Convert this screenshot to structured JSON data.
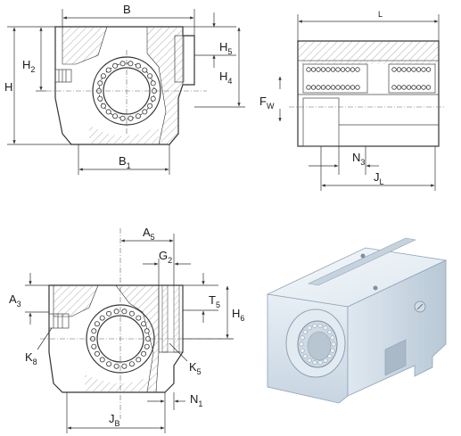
{
  "labels": {
    "B": "B",
    "H": "H",
    "H2_main": "H",
    "H2_sub": "2",
    "H5_main": "H",
    "H5_sub": "5",
    "H4_main": "H",
    "H4_sub": "4",
    "B1_main": "B",
    "B1_sub": "1",
    "L": "L",
    "FW_main": "F",
    "FW_sub": "W",
    "N3_main": "N",
    "N3_sub": "3",
    "JL_main": "J",
    "JL_sub": "L",
    "A5_main": "A",
    "A5_sub": "5",
    "G2_main": "G",
    "G2_sub": "2",
    "A3_main": "A",
    "A3_sub": "3",
    "T5_main": "T",
    "T5_sub": "5",
    "H6_main": "H",
    "H6_sub": "6",
    "K8_main": "K",
    "K8_sub": "8",
    "K5_main": "K",
    "K5_sub": "5",
    "N1_main": "N",
    "N1_sub": "1",
    "JB_main": "J",
    "JB_sub": "B"
  },
  "colors": {
    "line": "#333333",
    "hatch": "#9a9a9a",
    "block_light": "#eef3f7",
    "block_mid": "#d5e0ea",
    "block_dark": "#b9c8d6"
  }
}
